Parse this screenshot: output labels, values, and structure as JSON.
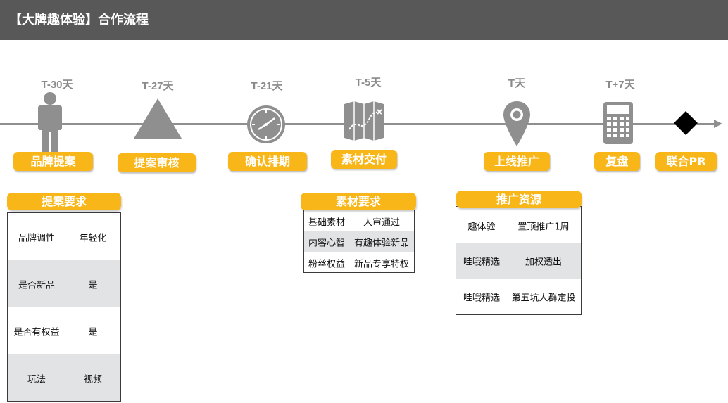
{
  "header": {
    "title": "【大牌趣体验】合作流程"
  },
  "colors": {
    "accent": "#f8b619",
    "header_bg": "#585858",
    "icon_gray": "#8f8f8f",
    "row_alt": "#e2e3e5"
  },
  "timeline": [
    {
      "time": "T-30天",
      "step": "品牌提案",
      "icon": "person-icon"
    },
    {
      "time": "T-27天",
      "step": "提案审核",
      "icon": "triangle-icon"
    },
    {
      "time": "T-21天",
      "step": "确认排期",
      "icon": "clock-icon"
    },
    {
      "time": "T-5天",
      "step": "素材交付",
      "icon": "map-icon"
    },
    {
      "time": "T天",
      "step": "上线推广",
      "icon": "location-pin-icon"
    },
    {
      "time": "T+7天",
      "step": "复盘",
      "icon": "calculator-icon"
    },
    {
      "time": "",
      "step": "联合PR",
      "icon": "diamond-icon"
    }
  ],
  "panels": [
    {
      "title": "提案要求",
      "rows": [
        [
          "品牌调性",
          "年轻化"
        ],
        [
          "是否新品",
          "是"
        ],
        [
          "是否有权益",
          "是"
        ],
        [
          "玩法",
          "视频"
        ]
      ]
    },
    {
      "title": "素材要求",
      "rows": [
        [
          "基础素材",
          "人审通过"
        ],
        [
          "内容心智",
          "有趣体验新品"
        ],
        [
          "粉丝权益",
          "新品专享特权"
        ]
      ]
    },
    {
      "title": "推广资源",
      "rows": [
        [
          "趣体验",
          "置顶推广1周"
        ],
        [
          "哇哦精选",
          "加权透出"
        ],
        [
          "哇哦精选",
          "第五坑人群定投"
        ]
      ]
    }
  ]
}
